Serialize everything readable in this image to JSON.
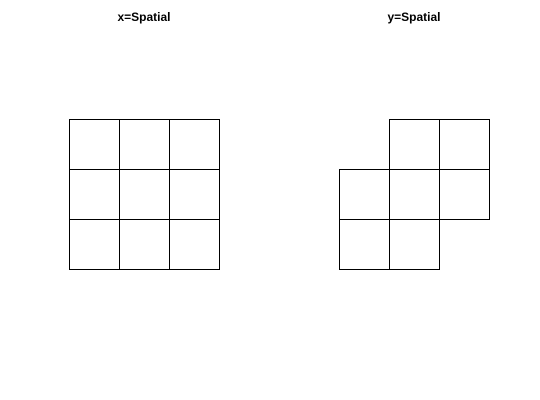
{
  "panels": [
    {
      "title": "x=Spatial",
      "cells": [
        {
          "col": 0,
          "row": 0
        },
        {
          "col": 1,
          "row": 0
        },
        {
          "col": 2,
          "row": 0
        },
        {
          "col": 0,
          "row": 1
        },
        {
          "col": 1,
          "row": 1
        },
        {
          "col": 2,
          "row": 1
        },
        {
          "col": 0,
          "row": 2
        },
        {
          "col": 1,
          "row": 2
        },
        {
          "col": 2,
          "row": 2
        }
      ]
    },
    {
      "title": "y=Spatial",
      "cells": [
        {
          "col": 1,
          "row": 0
        },
        {
          "col": 2,
          "row": 0
        },
        {
          "col": 0,
          "row": 1
        },
        {
          "col": 1,
          "row": 1
        },
        {
          "col": 2,
          "row": 1
        },
        {
          "col": 0,
          "row": 2
        },
        {
          "col": 1,
          "row": 2
        }
      ]
    }
  ],
  "colors": {
    "stroke": "#000000",
    "background": "#ffffff"
  }
}
